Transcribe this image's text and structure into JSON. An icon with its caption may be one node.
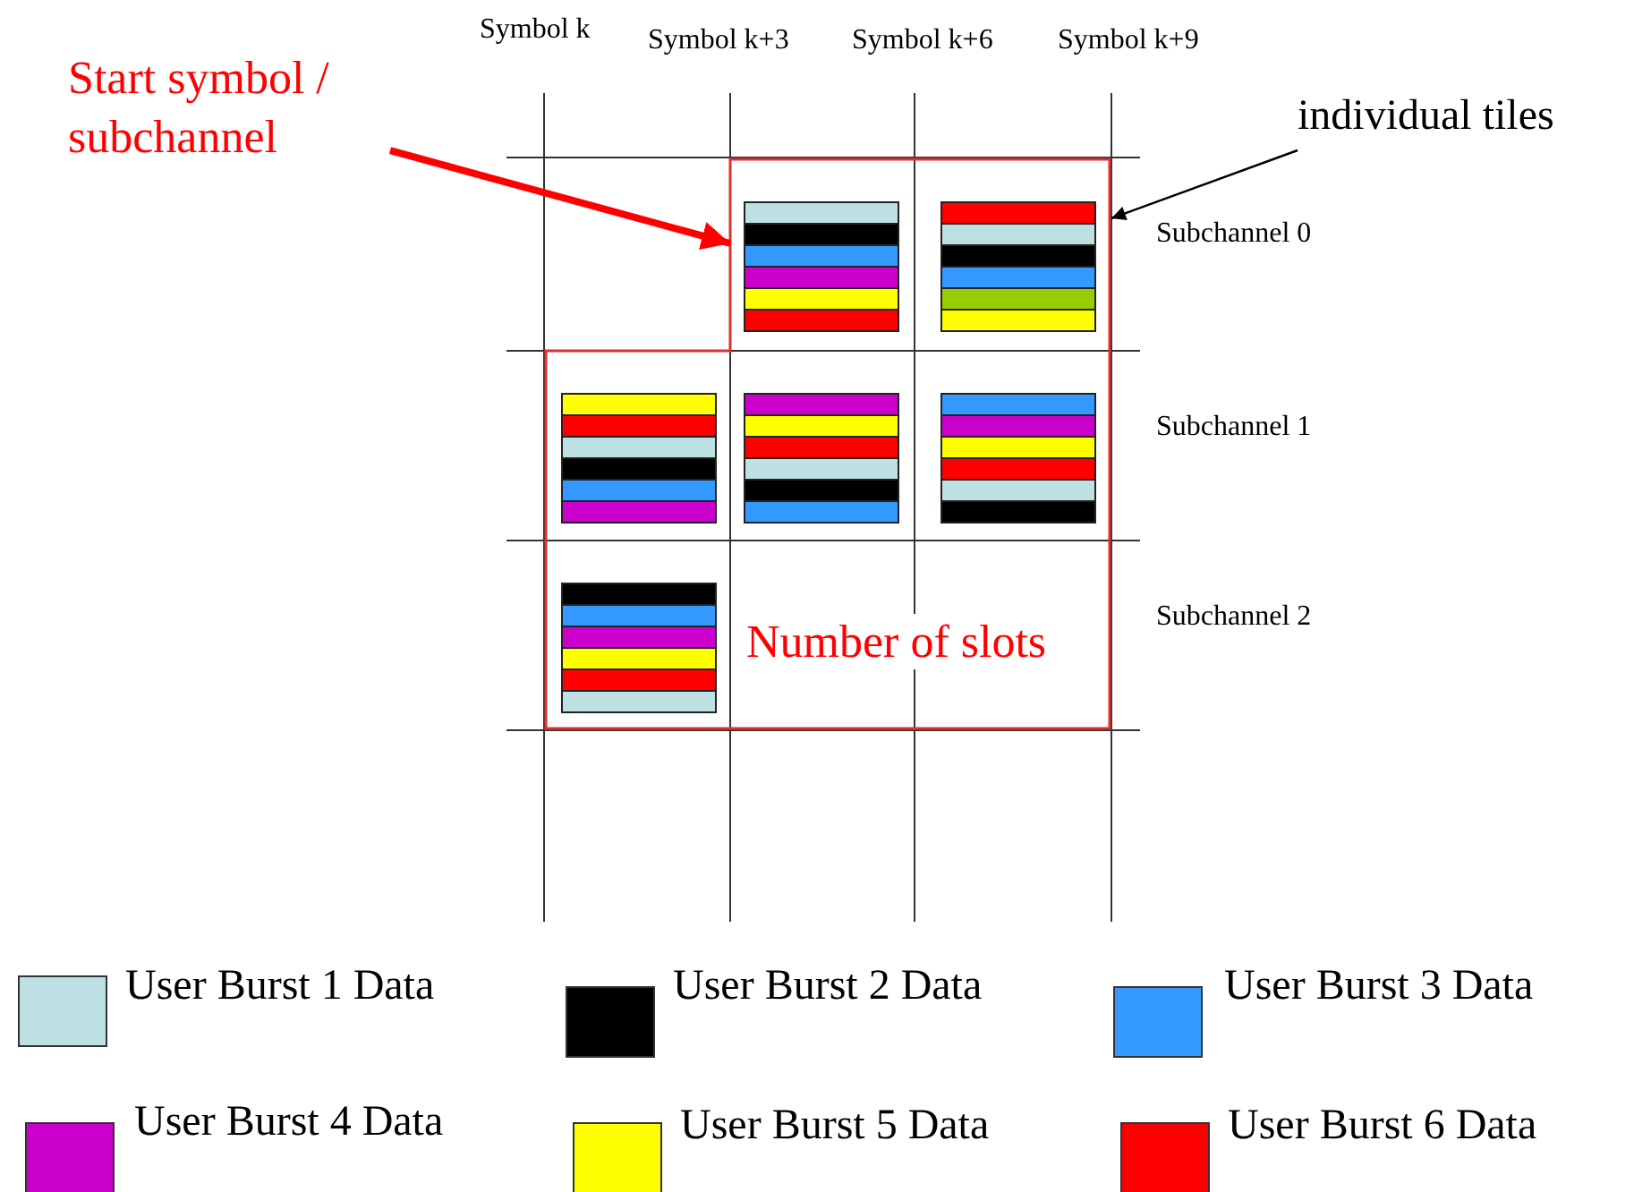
{
  "diagram": {
    "nodes": [
      {
        "text": [
          "Start symbol / subchannel"
        ]
      },
      {
        "text": [
          "individual tiles"
        ]
      },
      {
        "text": [
          "Number of slots"
        ]
      }
    ],
    "edges": [
      {
        "from": 0,
        "to": 2,
        "arrow": "to",
        "style": "thick",
        "color": "#ff0000"
      },
      {
        "from": 1,
        "to": 2,
        "arrow": "to",
        "color": "#000000"
      }
    ],
    "labels": [
      "Symbol k",
      "Symbol k+3",
      "Symbol k+6",
      "Symbol k+9",
      "Subchannel 0",
      "Subchannel 1",
      "Subchannel 2"
    ],
    "legend": [
      {
        "text": "User Burst 1 Data",
        "color": "#bde0e3"
      },
      {
        "text": "User Burst 2 Data",
        "color": "#000000"
      },
      {
        "text": "User Burst 3 Data",
        "color": "#3399ff"
      },
      {
        "text": "User Burst 4 Data",
        "color": "#cc00cc"
      },
      {
        "text": "User Burst 5 Data",
        "color": "#ffff00"
      },
      {
        "text": "User Burst 6 Data",
        "color": "#ff0000"
      }
    ]
  }
}
